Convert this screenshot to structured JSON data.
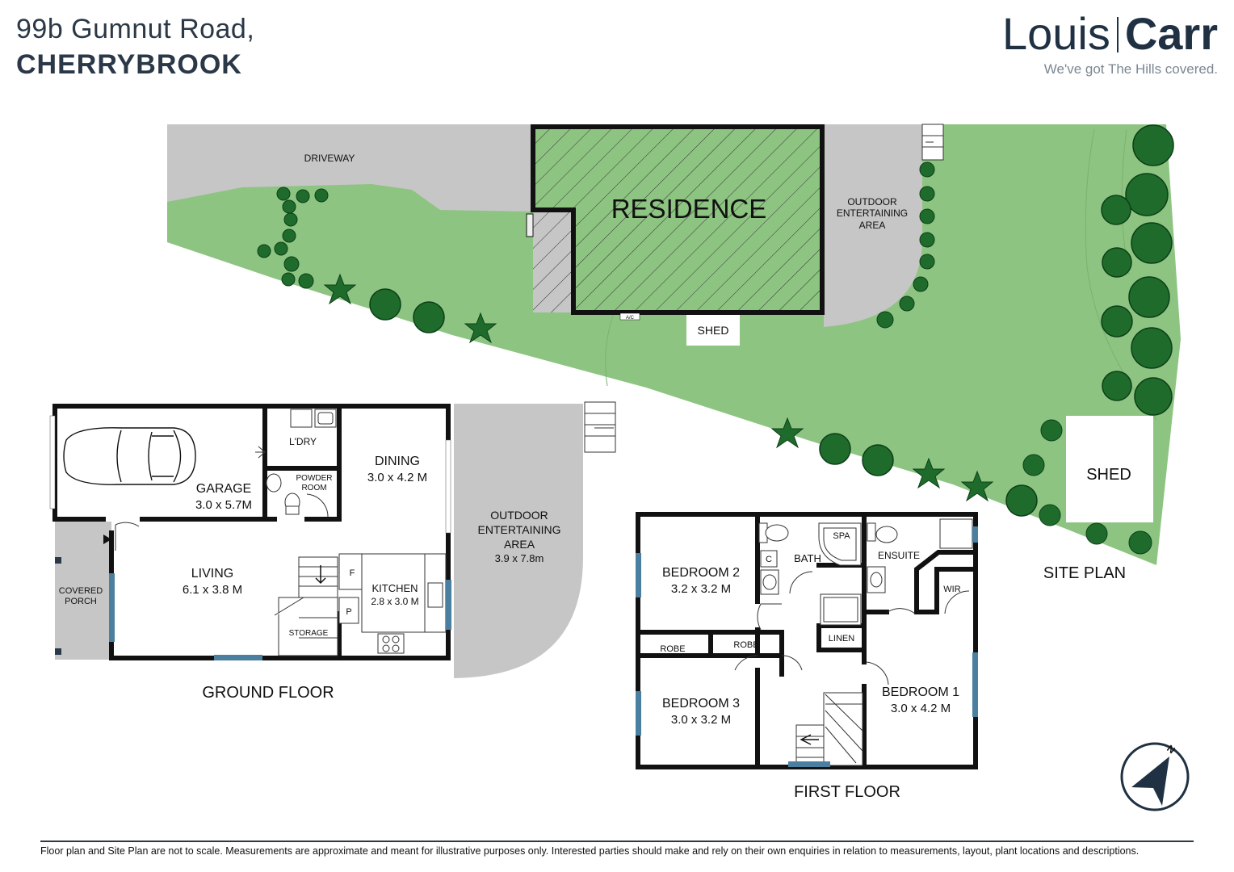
{
  "header": {
    "address_line1": "99b Gumnut Road,",
    "address_line2": "CHERRYBROOK"
  },
  "logo": {
    "name_left": "Louis",
    "name_right": "Carr",
    "tagline": "We've got The Hills covered."
  },
  "site_plan": {
    "title": "SITE PLAN",
    "driveway": "DRIVEWAY",
    "residence": "RESIDENCE",
    "ac": "A/C",
    "shed_small": "SHED",
    "shed_large": "SHED",
    "outdoor_line1": "OUTDOOR",
    "outdoor_line2": "ENTERTAINING",
    "outdoor_line3": "AREA"
  },
  "ground_floor": {
    "title": "GROUND FLOOR",
    "garage_name": "GARAGE",
    "garage_size": "3.0 x 5.7M",
    "laundry": "L'DRY",
    "powder_line1": "POWDER",
    "powder_line2": "ROOM",
    "dining_name": "DINING",
    "dining_size": "3.0 x 4.2 M",
    "living_name": "LIVING",
    "living_size": "6.1 x 3.8 M",
    "kitchen_name": "KITCHEN",
    "kitchen_size": "2.8 x 3.0 M",
    "fridge": "F",
    "pantry": "P",
    "storage": "STORAGE",
    "porch_line1": "COVERED",
    "porch_line2": "PORCH",
    "outdoor_line1": "OUTDOOR",
    "outdoor_line2": "ENTERTAINING",
    "outdoor_line3": "AREA",
    "outdoor_size": "3.9 x 7.8m"
  },
  "first_floor": {
    "title": "FIRST FLOOR",
    "bed2_name": "BEDROOM 2",
    "bed2_size": "3.2 x 3.2 M",
    "bed3_name": "BEDROOM 3",
    "bed3_size": "3.0 x 3.2 M",
    "bed1_name": "BEDROOM 1",
    "bed1_size": "3.0 x 4.2 M",
    "bath": "BATH",
    "spa": "SPA",
    "cupboard": "C",
    "ensuite": "ENSUITE",
    "wir": "WIR",
    "linen": "LINEN",
    "robe1": "ROBE",
    "robe2": "ROBE"
  },
  "compass": {
    "north": "N"
  },
  "colors": {
    "lawn": "#8ec482",
    "tree": "#1e6b2c",
    "paving": "#c6c6c6",
    "wall": "#111111",
    "window": "#4a7fa0"
  },
  "disclaimer": "Floor plan and Site Plan are not to scale. Measurements are approximate and meant for illustrative purposes only.  Interested parties should make and rely on their own enquiries in relation to measurements, layout, plant locations and descriptions."
}
